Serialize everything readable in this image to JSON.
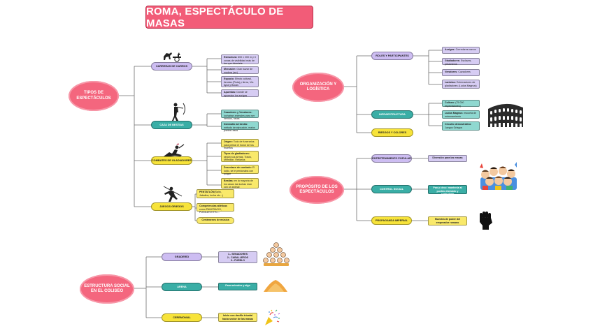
{
  "title": "ROMA, ESPECTÁCULO DE MASAS",
  "colors": {
    "title": "#f25c78",
    "cloud": "#f4667e",
    "purple": "#cdbdf2",
    "teal": "#3aaea6",
    "yellow": "#f7e33a",
    "line": "#6f6f6f"
  },
  "tipos": {
    "cloud": "TIPOS DE ESPECTÁCULOS",
    "carreras": {
      "label": "CARRERAS DE CARROS",
      "items": [
        {
          "b": "Estructura:",
          "t": "600 x 200 m y 3 zonas de visibilidad más de las que dicesiete"
        },
        {
          "b": "Mercader:",
          "t": "Gran bazar de madera (arr)"
        },
        {
          "b": "Espacio:",
          "t": "Efecto cultural, tiendas (Pista) y tierra, Vía Apia y Bocas"
        },
        {
          "b": "Apuestas:",
          "t": "Donde se apuestan los aurigas"
        }
      ]
    },
    "caza": {
      "label": "CAZA DE BESTIAS",
      "items": [
        {
          "b": "Cazadores y Venatores:",
          "t": "luchaban animales para ser heridos, rasas"
        },
        {
          "b": "Damnatio ad bestia:",
          "t": "método de ejecución, malos jinetes rasos"
        }
      ]
    },
    "gladiadores": {
      "label": "COMBATES DE GLADIADORES",
      "items": [
        {
          "b": "Origen:",
          "t": "Todo de funerarios para pelear el honor de los muertos"
        },
        {
          "b": "Tipos de gladiadores:",
          "t": "según sus armas, Tracio, Mirmillón, Retiarius"
        },
        {
          "b": "Desenlace de combate:",
          "t": "El ludio, se le perdonaba con pulgar"
        },
        {
          "b": "Bestias:",
          "t": "en la mayoría de los casos las luchas eran con un animal"
        }
      ]
    },
    "juegos": {
      "label": "JUEGOS GRIEGOS",
      "items": [
        {
          "b": "PENTATLÓN",
          "t": "(Salto, Jabalina, lucha etc...)"
        },
        {
          "b": "Competencias atléticas",
          "t": "como PANCRACIO, PUGILATO ETC..."
        },
        {
          "b": "Certámenes de música",
          "t": ""
        }
      ]
    }
  },
  "organizacion": {
    "cloud": "ORGANIZACIÓN Y LOGÍSTICA",
    "roles": {
      "label": "ROLES Y PARTICIPANTES",
      "items": [
        {
          "b": "Aurigas:",
          "t": "Corredores carros"
        },
        {
          "b": "Gladiadores:",
          "t": "Esclavos, prisioneros"
        },
        {
          "b": "Venatores:",
          "t": "Cazadores"
        },
        {
          "b": "Lanistas:",
          "t": "Entrenadores de gladiadores (Ludus Magnus)"
        }
      ]
    },
    "infra": {
      "label": "INFRAESTRUCTURA",
      "items": [
        {
          "b": "Coliseo:",
          "t": "(75 000 espectadores)"
        },
        {
          "b": "Ludus Magnus:",
          "t": "escuela de entrenamiento"
        },
        {
          "b": "Circuito demostrativo:",
          "t": "Juegos Griegos"
        }
      ]
    },
    "riesgos": {
      "label": "RIESGOS Y COLORES"
    }
  },
  "proposito": {
    "cloud": "PROPÓSITO DE LOS ESPECTÁCULOS",
    "items": [
      {
        "label": "ENTRETENIMIENTO POPULAR",
        "detail": "Diversión para las masas"
      },
      {
        "label": "CONTROL SOCIAL",
        "detail": "Pan y circo: mantenía al pueblo distraído y controlado"
      },
      {
        "label": "PROPAGANDA IMPERIAL",
        "detail": "Muestra de poder del emperador romano"
      }
    ]
  },
  "estructura": {
    "cloud": "ESTRUCTURA SOCIAL EN EL COLISEO",
    "items": [
      {
        "label": "GRADERÍO",
        "detail": "1.- SENADORES\n2.- CABALLEROS\n3.- PUEBLO"
      },
      {
        "label": "ARENA",
        "detail": "Para animales y algo"
      },
      {
        "label": "CEREMONIAL",
        "detail": "Inicio con desfile triunfal hacia sector de las masas"
      }
    ]
  }
}
